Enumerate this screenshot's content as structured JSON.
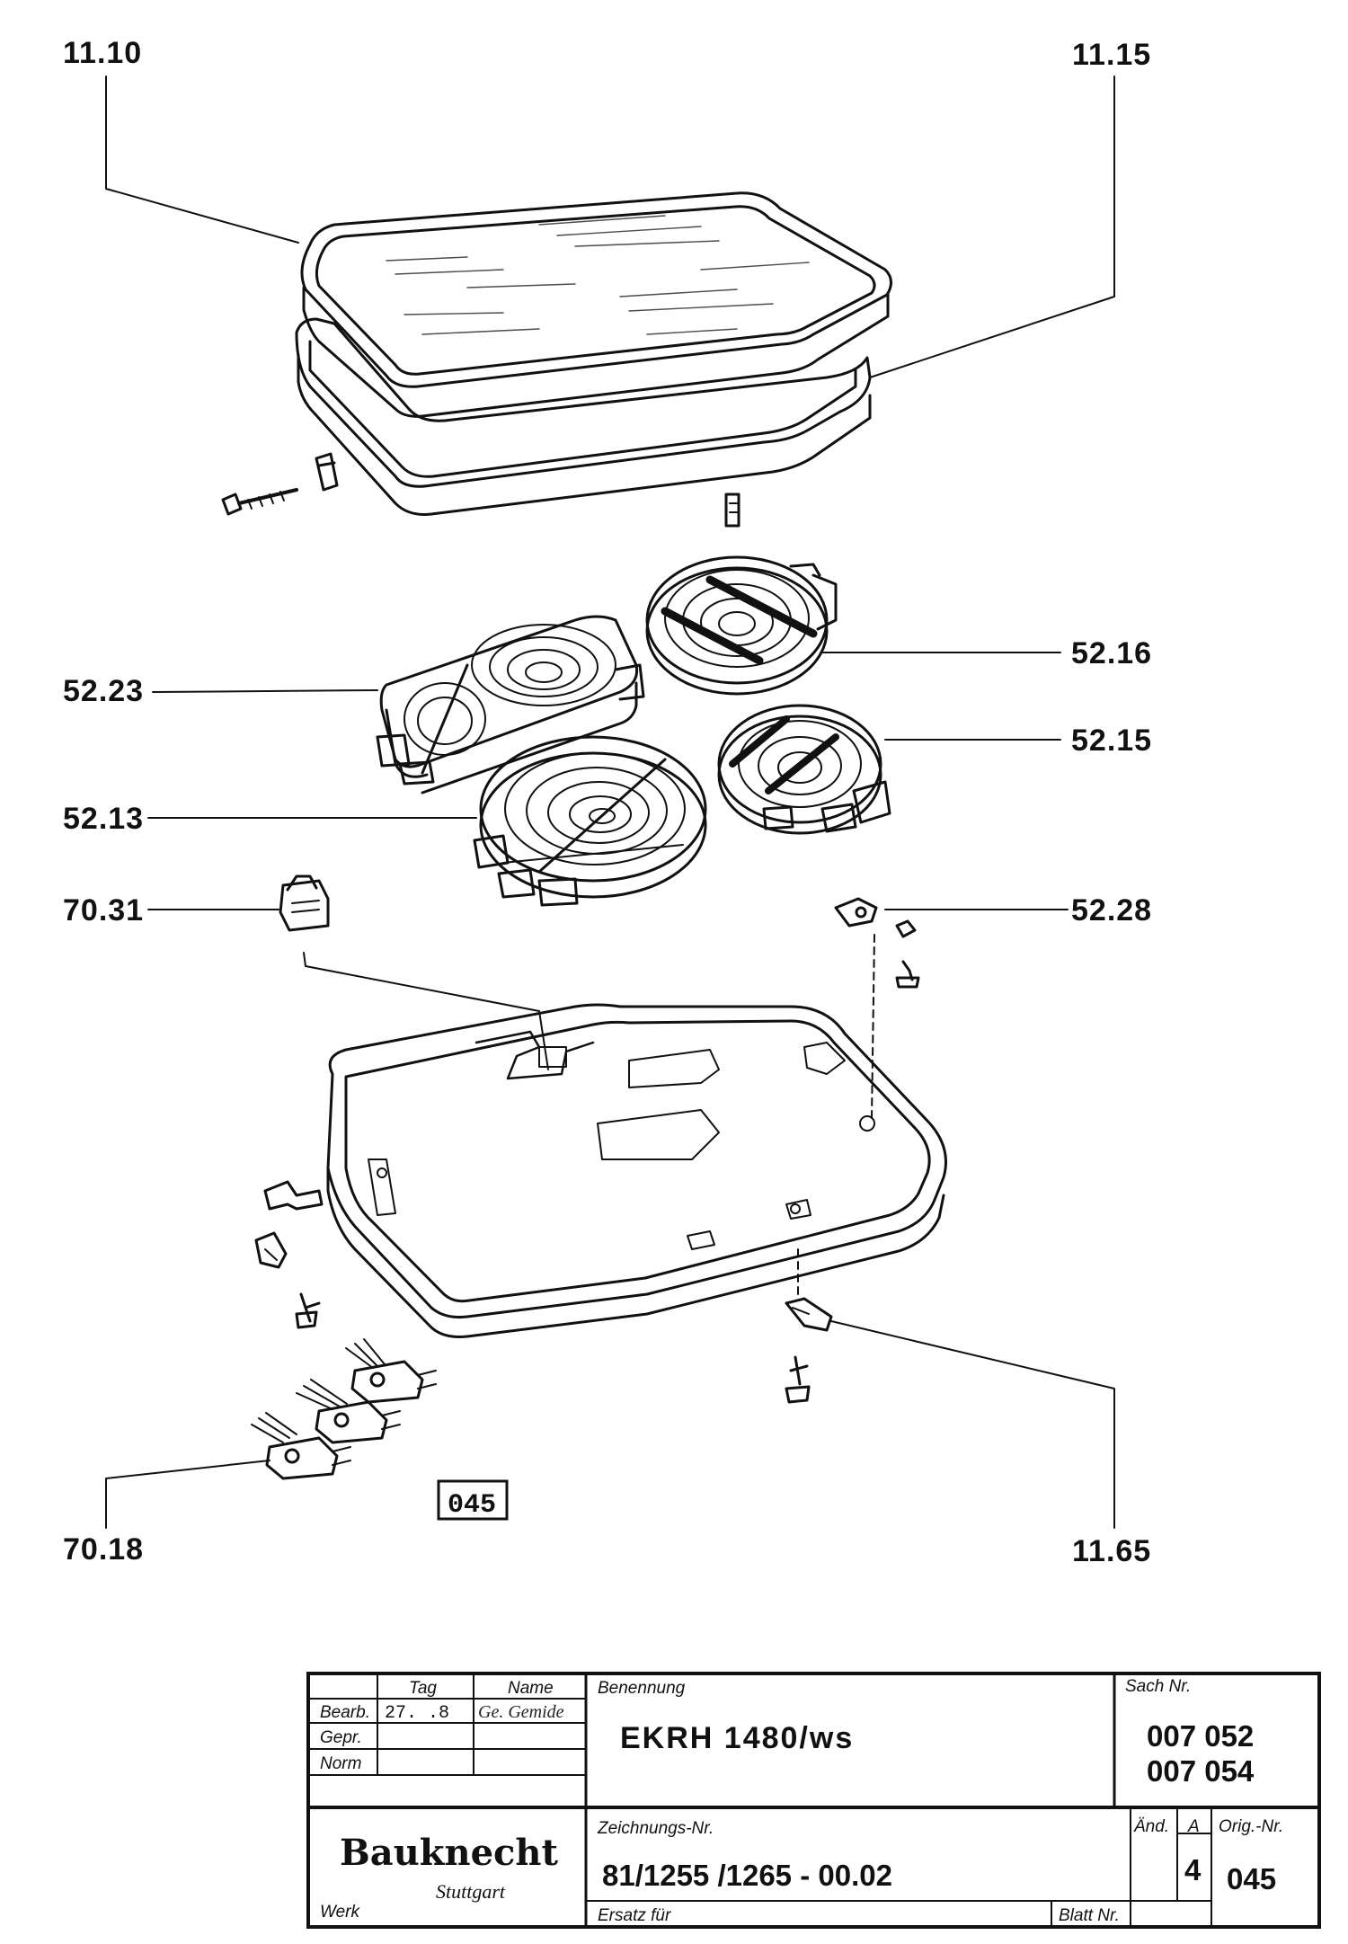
{
  "callouts": {
    "c1110": "11.10",
    "c1115": "11.15",
    "c5216": "52.16",
    "c5223": "52.23",
    "c5215": "52.15",
    "c5213": "52.13",
    "c7031": "70.31",
    "c5228": "52.28",
    "c7018": "70.18",
    "c1165": "11.65"
  },
  "stamp": "045",
  "title_block": {
    "col_tag": "Tag",
    "col_name": "Name",
    "row_bearb": "Bearb.",
    "row_gepr": "Gepr.",
    "row_norm": "Norm",
    "bearb_tag": "27.  .8",
    "bearb_name": "Ge. Gemide",
    "benennung_label": "Benennung",
    "benennung_value": "EKRH   1480/ws",
    "sach_label": "Sach Nr.",
    "sach_1": "007 052",
    "sach_2": "007 054",
    "brand": "Bauknecht",
    "brand_city": "Stuttgart",
    "werk": "Werk",
    "zeichnungs_label": "Zeichnungs-Nr.",
    "zeichnungs_value": "81/1255 /1265  -   00.02",
    "aend_label": "Änd.",
    "aend_value": "A",
    "aend_num": "4",
    "orig_label": "Orig.-Nr.",
    "orig_value": "045",
    "ersatz_label": "Ersatz für",
    "blatt_label": "Blatt Nr."
  }
}
